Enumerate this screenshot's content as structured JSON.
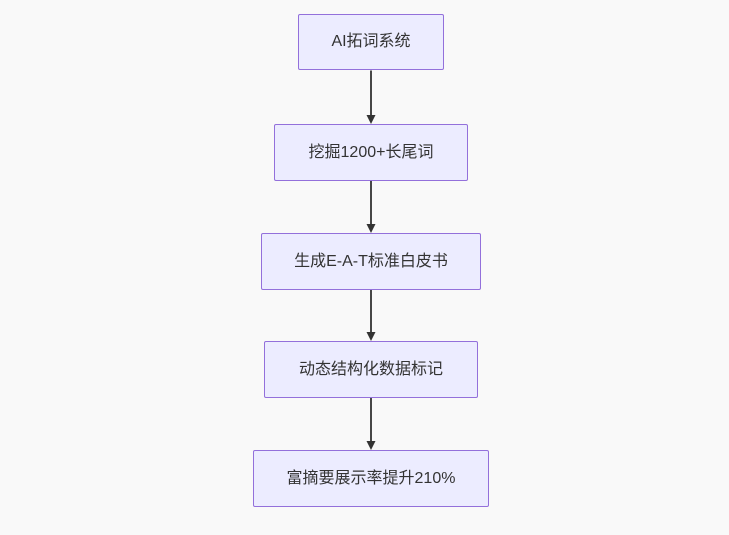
{
  "flowchart": {
    "direction": "top-down",
    "nodes": [
      {
        "id": "A",
        "label": "AI拓词系统"
      },
      {
        "id": "B",
        "label": "挖掘1200+长尾词"
      },
      {
        "id": "C",
        "label": "生成E-A-T标准白皮书"
      },
      {
        "id": "D",
        "label": "动态结构化数据标记"
      },
      {
        "id": "E",
        "label": "富摘要展示率提升210%"
      }
    ],
    "edges": [
      {
        "from": "AI拓词系统",
        "to": "挖掘1200+长尾词",
        "style": "arrow"
      },
      {
        "from": "挖掘1200+长尾词",
        "to": "生成E-A-T标准白皮书",
        "style": "arrow"
      },
      {
        "from": "生成E-A-T标准白皮书",
        "to": "动态结构化数据标记",
        "style": "arrow"
      },
      {
        "from": "动态结构化数据标记",
        "to": "富摘要展示率提升210%",
        "style": "arrow"
      }
    ]
  },
  "colors": {
    "background": "#f9f9f9",
    "node_fill": "#ececff",
    "node_border": "#9370db",
    "node_text": "#333333",
    "arrow": "#333333"
  }
}
